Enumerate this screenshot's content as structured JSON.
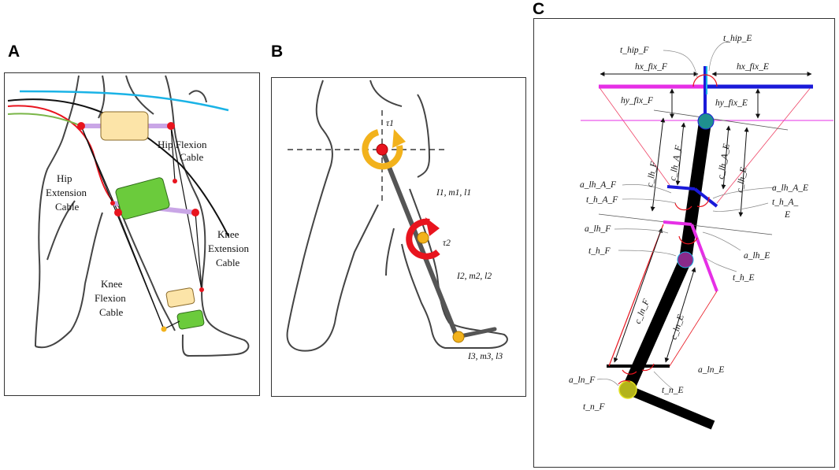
{
  "panels": {
    "a": {
      "letter": "A",
      "labels": {
        "hip_flexion_1": "Hip Flexion",
        "hip_flexion_2": "Cable",
        "hip_ext_1": "Hip",
        "hip_ext_2": "Extension",
        "hip_ext_3": "Cable",
        "knee_ext_1": "Knee",
        "knee_ext_2": "Extension",
        "knee_ext_3": "Cable",
        "knee_flex_1": "Knee",
        "knee_flex_2": "Flexion",
        "knee_flex_3": "Cable"
      }
    },
    "b": {
      "letter": "B",
      "labels": {
        "tau1": "τ1",
        "tau2": "τ2",
        "link1": "I1, m1, l1",
        "link2": "I2, m2, l2",
        "link3": "I3, m3, l3"
      }
    },
    "c": {
      "letter": "C",
      "labels": {
        "t_hip_F": "t_hip_F",
        "t_hip_E": "t_hip_E",
        "hx_fix_F": "hx_fix_F",
        "hx_fix_E": "hx_fix_E",
        "hy_fix_F": "hy_fix_F",
        "hy_fix_E": "hy_fix_E",
        "c_lh_F": "c_lh_F",
        "c_lh_A_F": "c_lh_A_F",
        "c_lh_A_E": "c_lh_A_E",
        "c_lh_E": "c_lh_E",
        "a_lh_A_F": "a_lh_A_F",
        "t_h_A_F": "t_h_A_F",
        "a_lh_A_E": "a_lh_A_E",
        "t_h_A_E_1": "t_h_A_",
        "t_h_A_E_2": "E",
        "a_lh_F": "a_lh_F",
        "t_h_F": "t_h_F",
        "a_lh_E": "a_lh_E",
        "t_h_E": "t_h_E",
        "c_ln_F": "c_ln_F",
        "c_ln_E": "c_ln_E",
        "a_ln_E": "a_ln_E",
        "a_ln_F": "a_ln_F",
        "t_n_E": "t_n_E",
        "t_n_F": "t_n_F"
      }
    }
  },
  "colors": {
    "cyan_cable": "#1ab3e6",
    "black_cable": "#111111",
    "red_cable": "#e8141e",
    "green_cable": "#7ab648",
    "pad_yellow": "#fce4a8",
    "pad_green": "#6bcb3c",
    "strap_purple": "#c9a6e6",
    "joint_red": "#e8141e",
    "torque_orange": "#f2b21c",
    "magenta": "#e62fe6",
    "blue": "#1a1ad9",
    "teal": "#1e8f8f",
    "purple": "#8a2a8a",
    "olive": "#b3b31a"
  }
}
